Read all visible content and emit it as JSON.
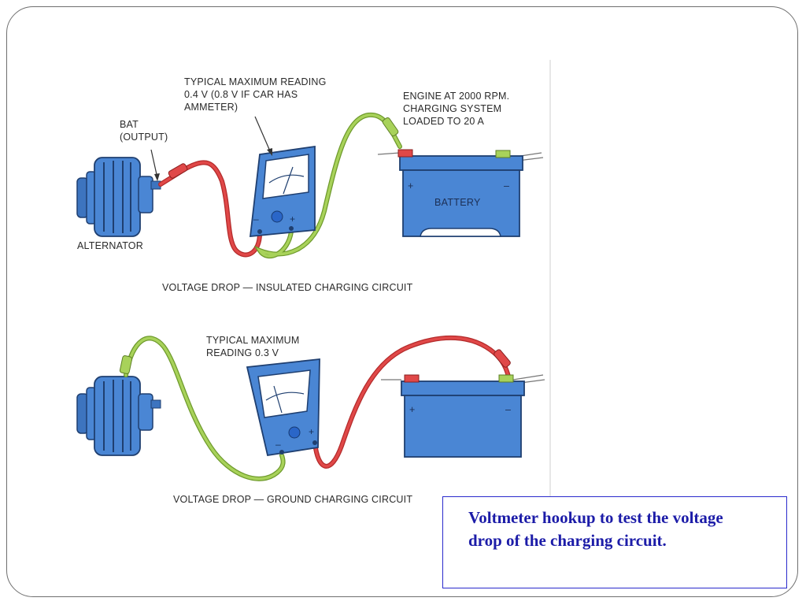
{
  "diagram": {
    "top": {
      "reading_label": [
        "TYPICAL MAXIMUM READING",
        "0.4 V (0.8 V IF CAR HAS",
        "AMMETER)"
      ],
      "bat_label": [
        "BAT",
        "(OUTPUT)"
      ],
      "engine_label": [
        "ENGINE AT 2000 RPM.",
        "CHARGING SYSTEM",
        "LOADED TO 20 A"
      ],
      "alternator_label": "ALTERNATOR",
      "battery_label": "BATTERY",
      "title": "VOLTAGE DROP — INSULATED CHARGING CIRCUIT"
    },
    "bottom": {
      "reading_label": [
        "TYPICAL MAXIMUM",
        "READING 0.3 V"
      ],
      "title": "VOLTAGE DROP — GROUND CHARGING CIRCUIT"
    },
    "meter_symbols": {
      "minus": "–",
      "plus": "+"
    },
    "battery_symbols": {
      "plus": "+",
      "minus": "–"
    },
    "colors": {
      "component_blue": "#4a86d4",
      "component_dark": "#2f5f9e",
      "lead_red": "#d23a3a",
      "lead_green": "#9cc84a"
    }
  },
  "caption": "Voltmeter hookup to test the voltage drop of the charging circuit."
}
